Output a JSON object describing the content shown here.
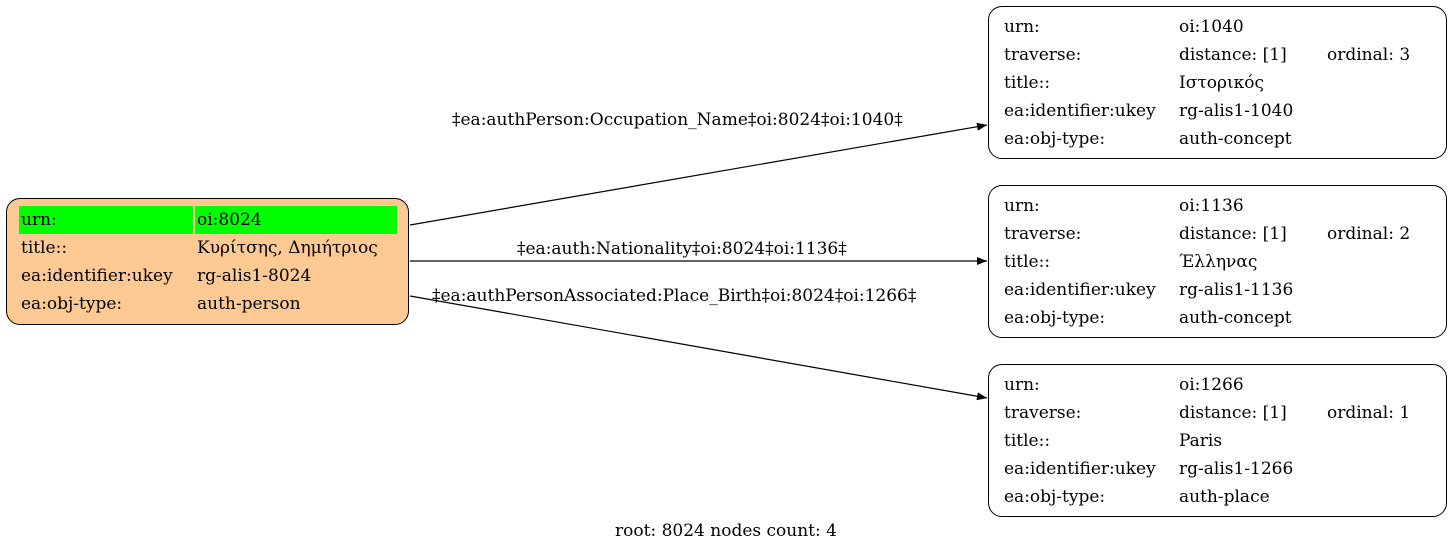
{
  "root_node": {
    "rows": [
      {
        "key": "urn:",
        "value": "oi:8024",
        "highlight": true
      },
      {
        "key": "title::",
        "value": "Κυρίτσης, Δημήτριος"
      },
      {
        "key": "ea:identifier:ukey",
        "value": "rg-alis1-8024"
      },
      {
        "key": "ea:obj-type:",
        "value": "auth-person"
      }
    ]
  },
  "target_nodes": [
    {
      "rows": [
        {
          "key": "urn:",
          "value": "oi:1040"
        },
        {
          "key": "traverse:",
          "value": "distance: [1]",
          "extra": "ordinal: 3"
        },
        {
          "key": "title::",
          "value": "Ιστορικός"
        },
        {
          "key": "ea:identifier:ukey",
          "value": "rg-alis1-1040"
        },
        {
          "key": "ea:obj-type:",
          "value": "auth-concept"
        }
      ]
    },
    {
      "rows": [
        {
          "key": "urn:",
          "value": "oi:1136"
        },
        {
          "key": "traverse:",
          "value": "distance: [1]",
          "extra": "ordinal: 2"
        },
        {
          "key": "title::",
          "value": "Έλληνας"
        },
        {
          "key": "ea:identifier:ukey",
          "value": "rg-alis1-1136"
        },
        {
          "key": "ea:obj-type:",
          "value": "auth-concept"
        }
      ]
    },
    {
      "rows": [
        {
          "key": "urn:",
          "value": "oi:1266"
        },
        {
          "key": "traverse:",
          "value": "distance: [1]",
          "extra": "ordinal: 1"
        },
        {
          "key": "title::",
          "value": "Paris"
        },
        {
          "key": "ea:identifier:ukey",
          "value": "rg-alis1-1266"
        },
        {
          "key": "ea:obj-type:",
          "value": "auth-place"
        }
      ]
    }
  ],
  "edges": [
    {
      "label": "‡ea:authPerson:Occupation_Name‡oi:8024‡oi:1040‡"
    },
    {
      "label": "‡ea:auth:Nationality‡oi:8024‡oi:1136‡"
    },
    {
      "label": "‡ea:authPersonAssociated:Place_Birth‡oi:8024‡oi:1266‡"
    }
  ],
  "footer": "root: 8024 nodes count: 4"
}
